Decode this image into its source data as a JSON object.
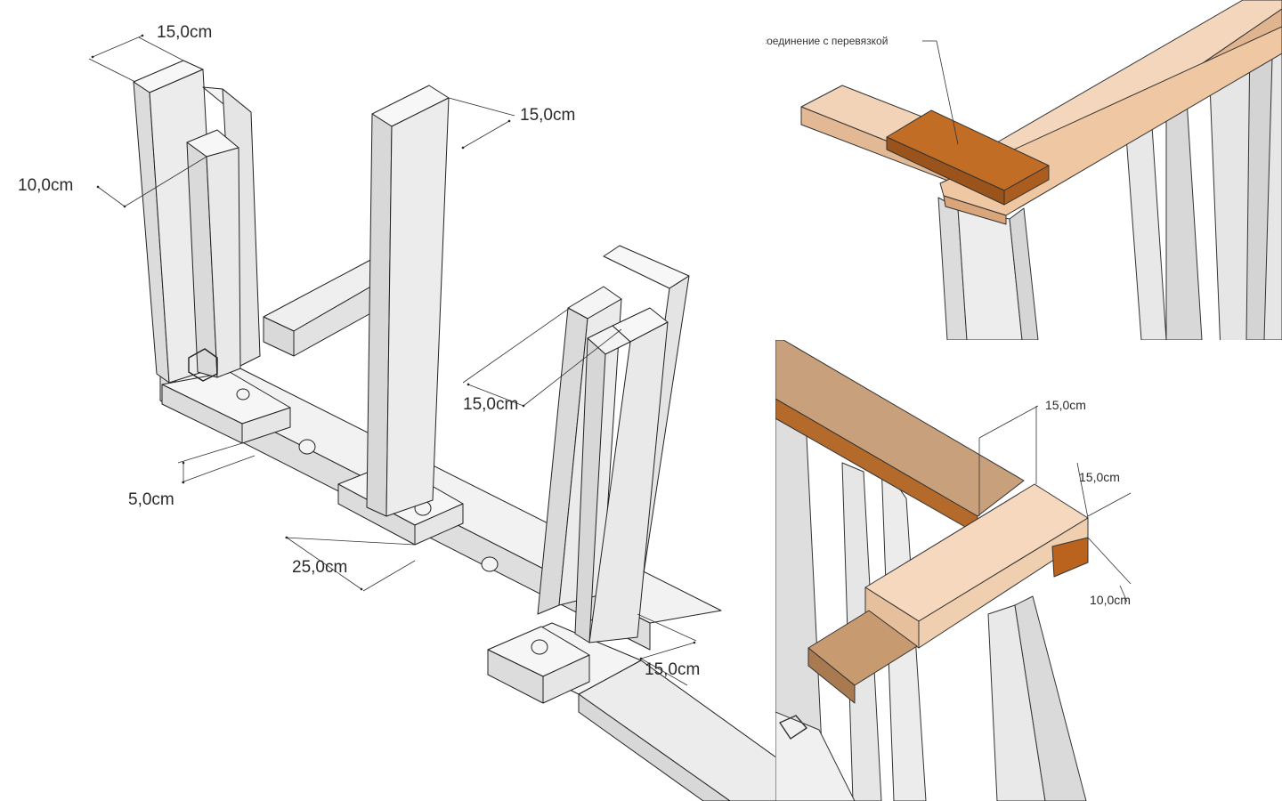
{
  "labels": {
    "left_top_width": "15,0cm",
    "left_post_depth": "10,0cm",
    "middle_post_width": "15,0cm",
    "right_post_width": "15,0cm",
    "beam_thickness": "5,0cm",
    "post_spacing": "25,0cm",
    "corner_width": "15,0cm"
  },
  "inset_labels": {
    "joint_note": "гвоздевое соединение с перевязкой",
    "top_width_a": "15,0cm",
    "top_width_b": "15,0cm",
    "top_thickness": "10,0cm"
  },
  "colors": {
    "wood_light": "#f1d0b2",
    "wood_dark": "#bf6a23",
    "wood_mid": "#c89a6e",
    "frame_grey": "#e9e9e9"
  }
}
